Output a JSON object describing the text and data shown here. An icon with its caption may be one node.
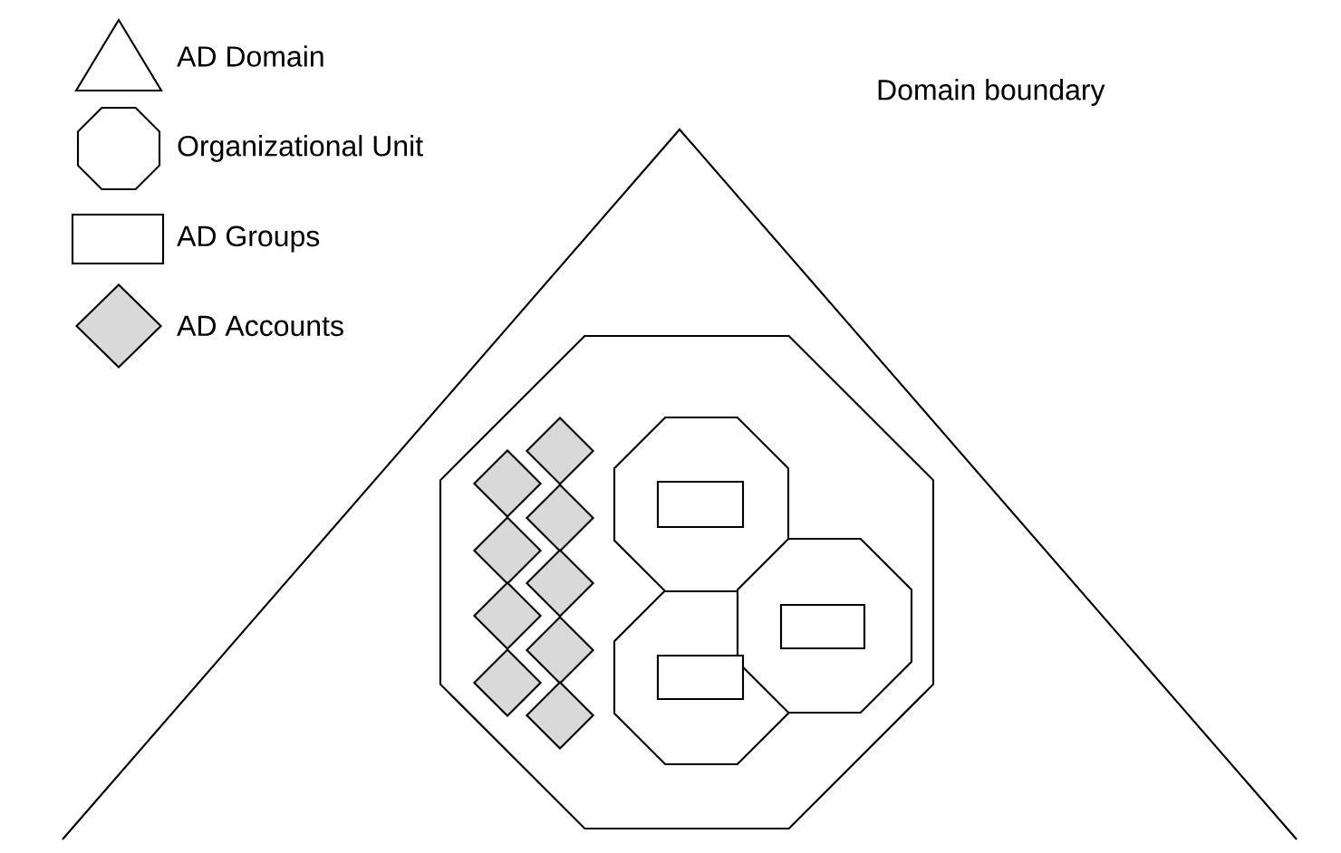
{
  "diagram": {
    "nodes": [
      {
        "text": [],
        "shape": "triangle"
      },
      {
        "text": [],
        "shape": "octagon",
        "in": 0
      },
      {
        "text": [],
        "shape": "diamond",
        "in": 1
      },
      {
        "text": [],
        "shape": "diamond",
        "in": 1
      },
      {
        "text": [],
        "shape": "diamond",
        "in": 1
      },
      {
        "text": [],
        "shape": "diamond",
        "in": 1
      },
      {
        "text": [],
        "shape": "diamond",
        "in": 1
      },
      {
        "text": [],
        "shape": "diamond",
        "in": 1
      },
      {
        "text": [],
        "shape": "diamond",
        "in": 1
      },
      {
        "text": [],
        "shape": "diamond",
        "in": 1
      },
      {
        "text": [],
        "shape": "diamond",
        "in": 1
      },
      {
        "text": [],
        "shape": "octagon",
        "in": 1
      },
      {
        "text": [],
        "shape": "box",
        "in": 11
      },
      {
        "text": [],
        "shape": "octagon",
        "in": 1
      },
      {
        "text": [],
        "shape": "box",
        "in": 13
      },
      {
        "text": [],
        "shape": "octagon",
        "in": 1
      },
      {
        "text": [],
        "shape": "box",
        "in": 15
      }
    ],
    "labels": [
      "Domain boundary"
    ],
    "legend": [
      {
        "text": "AD Domain"
      },
      {
        "text": "Organizational Unit"
      },
      {
        "text": "AD Groups"
      },
      {
        "text": "AD Accounts"
      }
    ]
  }
}
